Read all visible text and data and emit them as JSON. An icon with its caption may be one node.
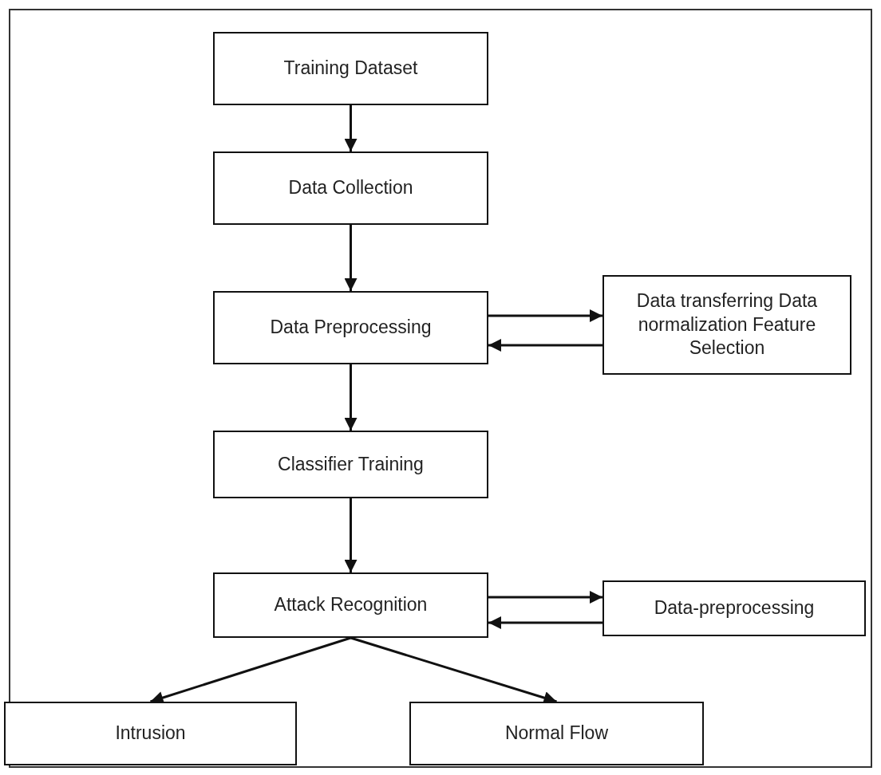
{
  "diagram": {
    "nodes": [
      {
        "text": [
          "Training Dataset"
        ]
      },
      {
        "text": [
          "Data Collection"
        ]
      },
      {
        "text": [
          "Data Preprocessing"
        ]
      },
      {
        "text": [
          "Data transferring Data normalization Feature Selection"
        ]
      },
      {
        "text": [
          "Classifier Training"
        ]
      },
      {
        "text": [
          "Attack Recognition"
        ]
      },
      {
        "text": [
          "Data-preprocessing"
        ]
      },
      {
        "text": [
          "Intrusion"
        ]
      },
      {
        "text": [
          "Normal Flow"
        ]
      }
    ],
    "edges": [
      {
        "from": 0,
        "to": 1,
        "arrow": "to"
      },
      {
        "from": 1,
        "to": 2,
        "arrow": "to"
      },
      {
        "from": 2,
        "to": 3,
        "arrow": "to"
      },
      {
        "from": 3,
        "to": 2,
        "arrow": "to"
      },
      {
        "from": 2,
        "to": 4,
        "arrow": "to"
      },
      {
        "from": 4,
        "to": 5,
        "arrow": "to"
      },
      {
        "from": 5,
        "to": 6,
        "arrow": "to"
      },
      {
        "from": 6,
        "to": 5,
        "arrow": "to"
      },
      {
        "from": 5,
        "to": 7,
        "arrow": "to"
      },
      {
        "from": 5,
        "to": 8,
        "arrow": "to"
      }
    ]
  }
}
